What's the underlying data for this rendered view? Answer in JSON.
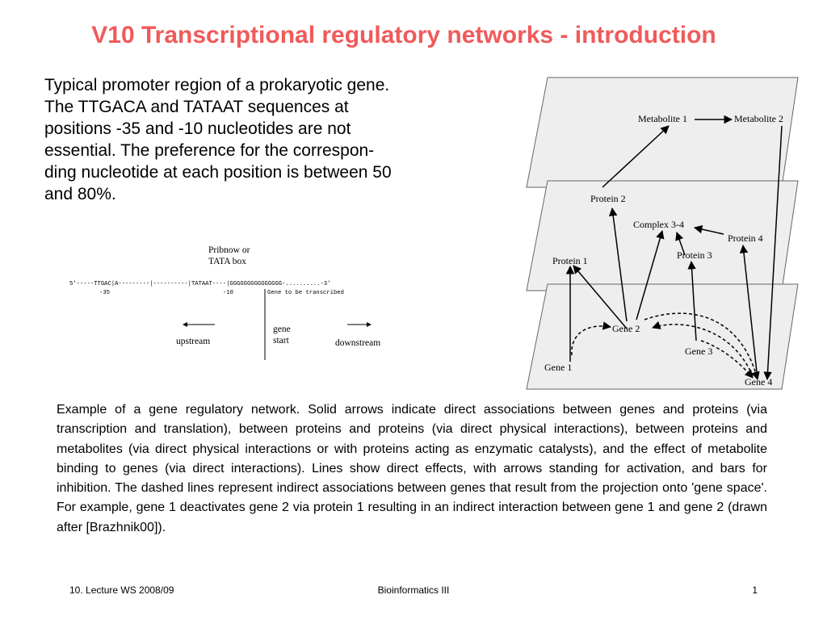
{
  "slide": {
    "title": "V10 Transcriptional regulatory networks - introduction",
    "intro_text": "Typical promoter region of a prokaryotic gene.\nThe TTGACA and TATAAT sequences at\npositions -35 and -10 nucleotides are not\nessential. The preference for the correspon-\nding nucleotide at each position is between 50\nand 80%.",
    "caption": "Example of a gene regulatory network. Solid arrows indicate direct associations between genes and proteins (via transcription and translation), between proteins and proteins (via direct physical interactions), between proteins and metabolites (via direct physical interactions or with proteins acting as enzymatic catalysts), and the effect of metabolite binding to genes (via direct interactions). Lines show direct effects, with arrows standing for activation, and bars for inhibition. The dashed lines represent indirect associations between genes that result from the projection onto 'gene space'. For example, gene 1 deactivates gene 2 via protein 1 resulting in an indirect interaction between gene 1 and gene 2 (drawn after [Brazhnik00])."
  },
  "promoter_figure": {
    "pribnow_label_line1": "Pribnow or",
    "pribnow_label_line2": "TATA box",
    "sequence": "5'-----TTGAC|A---------|----------|TATAAT----|GGGGGGGGGGGGGGG-..........-3'",
    "pos_minus35": "-35",
    "pos_minus10": "-10",
    "gene_to_be_transcribed": "Gene to be transcribed",
    "upstream": "upstream",
    "gene_start_line1": "gene",
    "gene_start_line2": "start",
    "downstream": "downstream"
  },
  "network_figure": {
    "metabolite1": "Metabolite 1",
    "metabolite2": "Metabolite 2",
    "protein1": "Protein 1",
    "protein2": "Protein 2",
    "protein3": "Protein 3",
    "protein4": "Protein 4",
    "complex34": "Complex 3-4",
    "gene1": "Gene 1",
    "gene2": "Gene 2",
    "gene3": "Gene 3",
    "gene4": "Gene 4"
  },
  "footer": {
    "left": "10. Lecture WS 2008/09",
    "center": "Bioinformatics III",
    "page_number": "1"
  }
}
